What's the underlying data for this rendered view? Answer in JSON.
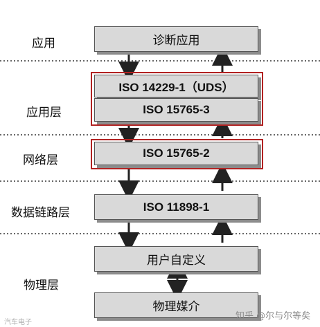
{
  "layers": {
    "application": "应用",
    "application_layer": "应用层",
    "network_layer": "网络层",
    "data_link_layer": "数据链路层",
    "physical_layer": "物理层"
  },
  "boxes": {
    "diagnostic_app": "诊断应用",
    "iso_14229": "ISO 14229-1（UDS）",
    "iso_15765_3": "ISO 15765-3",
    "iso_15765_2": "ISO 15765-2",
    "iso_11898": "ISO 11898-1",
    "user_defined": "用户自定义",
    "physical_media": "物理媒介"
  },
  "watermarks": {
    "zhihu": "知乎 @尔与尔等矣",
    "left": "汽车电子"
  },
  "colors": {
    "box_fill": "#d9d9d9",
    "highlight_border": "#b22222",
    "divider": "#333333"
  }
}
